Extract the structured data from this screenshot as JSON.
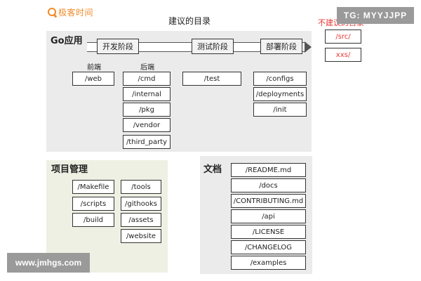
{
  "brand": {
    "text": "极客时间"
  },
  "title": "建议的目录",
  "watermark_tg": "TG: MYYJJPP",
  "not_recommended": {
    "title": "不建议的目录",
    "items": [
      "/src/",
      "xxs/"
    ]
  },
  "go_section": {
    "title": "Go应用",
    "stages": [
      "开发阶段",
      "测试阶段",
      "部署阶段"
    ],
    "frontend_label": "前端",
    "backend_label": "后端",
    "frontend": [
      "/web"
    ],
    "backend": [
      "/cmd",
      "/internal",
      "/pkg",
      "/vendor",
      "/third_party"
    ],
    "test": [
      "/test"
    ],
    "deploy": [
      "/configs",
      "/deployments",
      "/init"
    ]
  },
  "project_section": {
    "title": "项目管理",
    "col1": [
      "/Makefile",
      "/scripts",
      "/build"
    ],
    "col2": [
      "/tools",
      "/githooks",
      "/assets",
      "/website"
    ]
  },
  "docs_section": {
    "title": "文档",
    "items": [
      "/README.md",
      "/docs",
      "/CONTRIBUTING.md",
      "/api",
      "/LICENSE",
      "/CHANGELOG",
      "/examples"
    ]
  },
  "watermark_site": "www.jmhgs.com"
}
